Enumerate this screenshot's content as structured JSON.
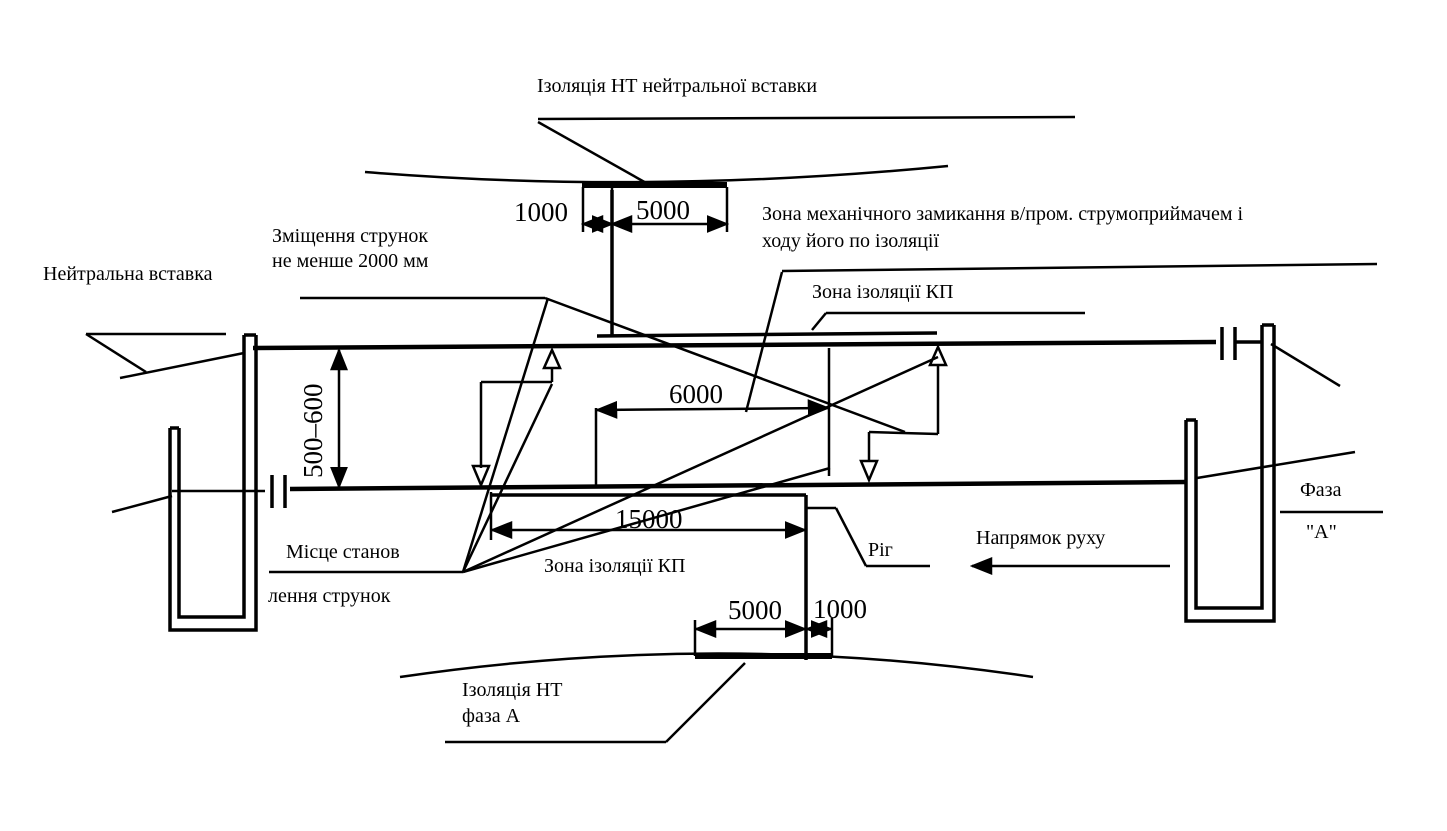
{
  "labels": {
    "neutral_insulation": "Ізоляція НТ нейтральної вставки",
    "mech_zone_line1": "Зона механічного замикання в/пром. струмоприймачем і",
    "mech_zone_line2": "ходу його по ізоляції",
    "shift_line1": "Зміщення струнок",
    "shift_line2": "не менше 2000 мм",
    "neutral_insert": "Нейтральна вставка",
    "kp_zone_top": "Зона ізоляції КП",
    "kp_zone_bottom": "Зона ізоляції КП",
    "install_place_line1": "Місце станов",
    "install_place_line2": "лення струнок",
    "rig": "Ріг",
    "direction": "Напрямок руху",
    "phase_line1": "Фаза",
    "phase_line2": "\"А\"",
    "phase_a_insulation_line1": "Ізоляція НТ",
    "phase_a_insulation_line2": "фаза А"
  },
  "dimensions": {
    "top_1000": "1000",
    "top_5000": "5000",
    "height_500_600": "500–600",
    "d_6000": "6000",
    "d_15000": "15000",
    "bottom_5000": "5000",
    "bottom_1000": "1000"
  },
  "colors": {
    "ink": "#000000",
    "background": "#ffffff"
  },
  "icons": {
    "direction_arrow": "left-arrow-icon",
    "section_insulator": "capacitor-symbol-icon"
  }
}
